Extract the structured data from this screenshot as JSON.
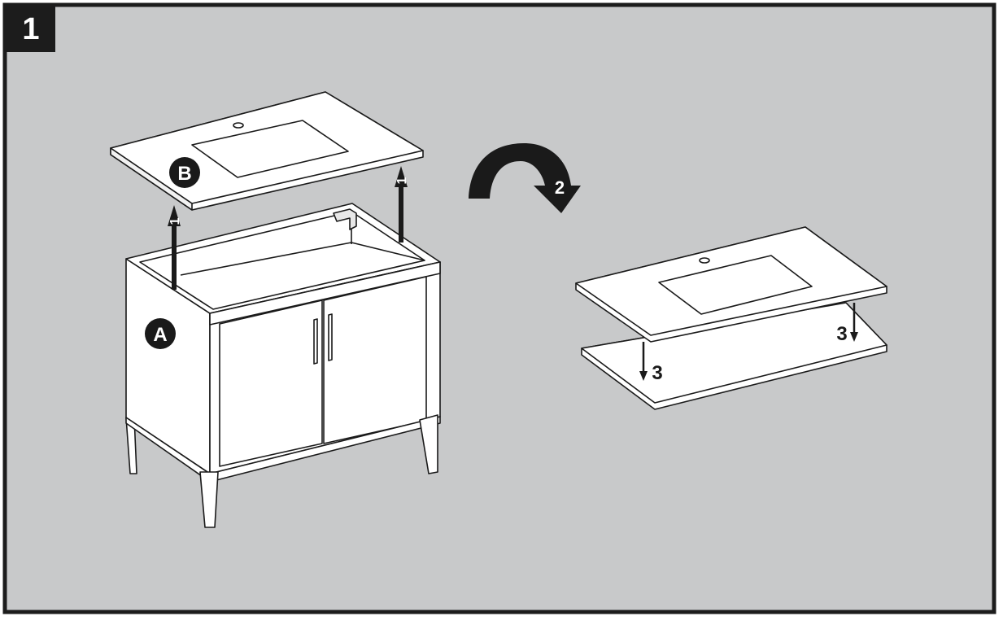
{
  "step": {
    "number": "1"
  },
  "parts": {
    "cabinet_label": "A",
    "countertop_label": "B"
  },
  "actions": {
    "lift_label_left": "1",
    "lift_label_right": "1",
    "flip_label": "2",
    "lower_label_left": "3",
    "lower_label_right": "3"
  },
  "colors": {
    "background": "#c8c9ca",
    "frame": "#1c1c1c",
    "line": "#1a1a1a",
    "part_fill": "#ffffff"
  }
}
